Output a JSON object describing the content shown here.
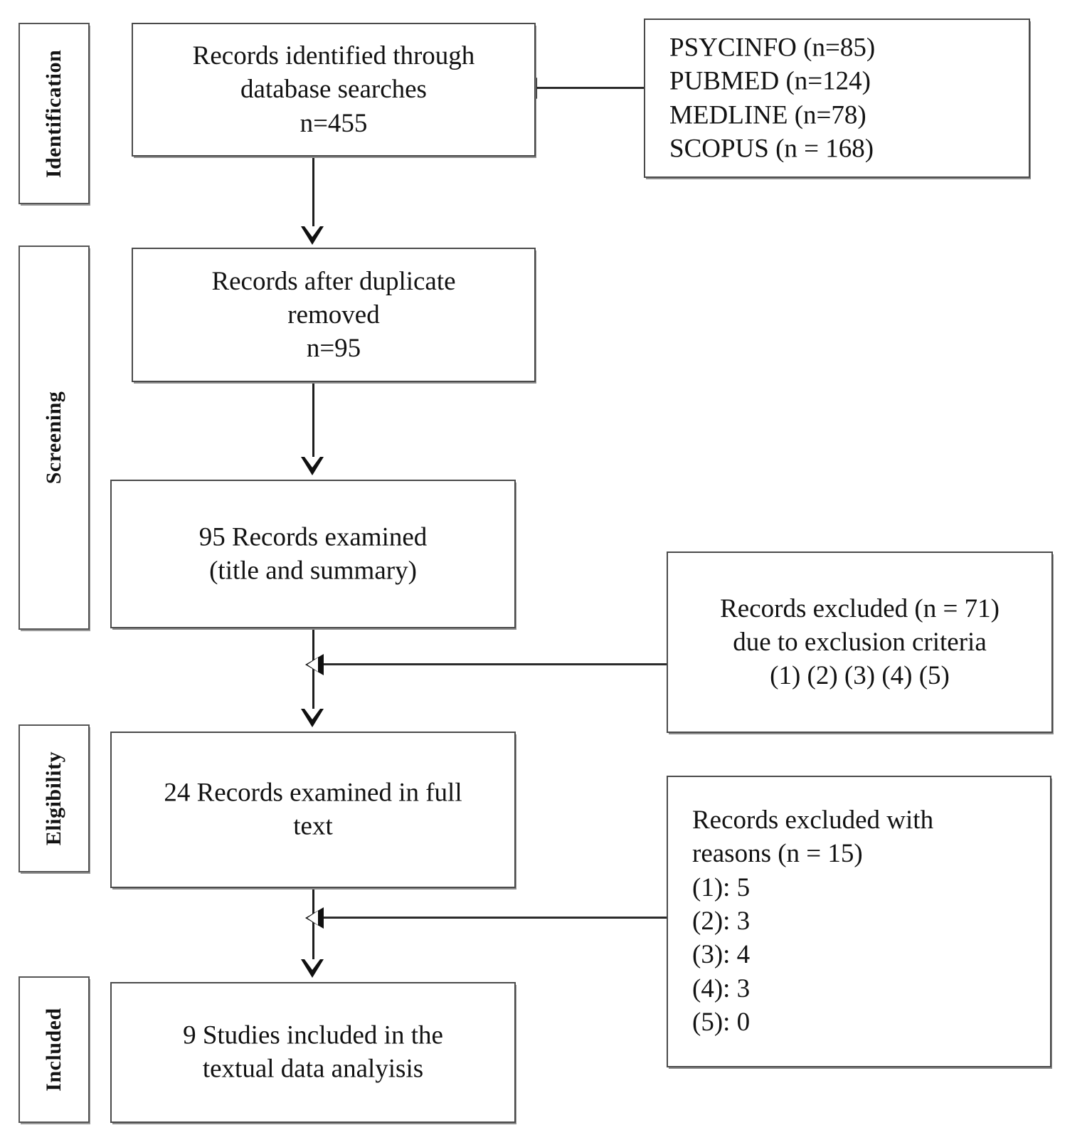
{
  "diagram": {
    "type": "prisma-flow-diagram",
    "title": "PRISMA study selection flow diagram",
    "stages": [
      {
        "id": "identification",
        "label": "Identification"
      },
      {
        "id": "screening",
        "label": "Screening"
      },
      {
        "id": "eligibility",
        "label": "Eligibility"
      },
      {
        "id": "included",
        "label": "Included"
      }
    ],
    "boxes": [
      {
        "id": "records-identified",
        "stage": "identification",
        "text": "Records identified through\ndatabase searches\nn=455",
        "n": 455
      },
      {
        "id": "database-sources",
        "stage": "identification",
        "text": "PSYCINFO (n=85)\nPUBMED (n=124)\nMEDLINE (n=78)\nSCOPUS (n = 168)",
        "align": "left",
        "sources": [
          {
            "name": "PSYCINFO",
            "n": 85,
            "text": "PSYCINFO (n=85)"
          },
          {
            "name": "PUBMED",
            "n": 124,
            "text": "PUBMED (n=124)"
          },
          {
            "name": "MEDLINE",
            "n": 78,
            "text": "MEDLINE (n=78)"
          },
          {
            "name": "SCOPUS",
            "n": 168,
            "text": "SCOPUS (n = 168)"
          }
        ]
      },
      {
        "id": "records-after-duplicates",
        "stage": "screening",
        "text": "Records after duplicate\nremoved\nn=95",
        "n": 95
      },
      {
        "id": "records-examined-title",
        "stage": "screening",
        "text": "95 Records examined\n(title and summary)",
        "n": 95
      },
      {
        "id": "records-excluded-criteria",
        "stage": "screening",
        "text": "Records excluded (n = 71)\ndue to exclusion criteria\n(1) (2) (3) (4) (5)",
        "n": 71
      },
      {
        "id": "records-full-text",
        "stage": "eligibility",
        "text": "24 Records examined in full\ntext",
        "n": 24
      },
      {
        "id": "records-excluded-reasons",
        "stage": "eligibility",
        "text": "Records excluded with\nreasons (n = 15)\n                 (1): 5\n                 (2): 3\n                 (3): 4\n                 (4): 3\n                 (5): 0",
        "align": "left",
        "n": 15,
        "reasons": [
          {
            "label": "(1)",
            "count": 5
          },
          {
            "label": "(2)",
            "count": 3
          },
          {
            "label": "(3)",
            "count": 4
          },
          {
            "label": "(4)",
            "count": 3
          },
          {
            "label": "(5)",
            "count": 0
          }
        ]
      },
      {
        "id": "studies-included",
        "stage": "included",
        "text": "9 Studies included in the\ntextual data analyisis",
        "n": 9
      }
    ],
    "colors": {
      "border": "#4a4a4a",
      "text": "#121212",
      "connector": "#1d1d1d",
      "background": "#ffffff"
    }
  }
}
